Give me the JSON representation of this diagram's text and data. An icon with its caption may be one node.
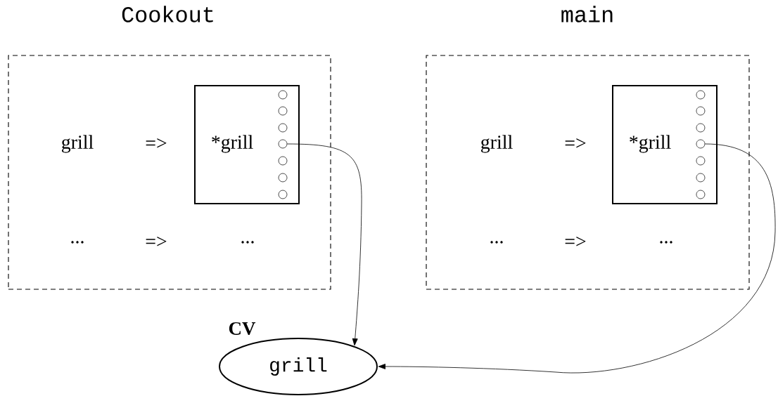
{
  "diagram": {
    "nodes": [
      {
        "text": [
          "Cookout"
        ]
      },
      {
        "text": [
          "*grill"
        ],
        "in": 0
      },
      {
        "text": [],
        "shape": "circle",
        "in": 1
      },
      {
        "text": [],
        "shape": "circle",
        "in": 1
      },
      {
        "text": [],
        "shape": "circle",
        "in": 1
      },
      {
        "text": [],
        "shape": "circle",
        "in": 1
      },
      {
        "text": [],
        "shape": "circle",
        "in": 1
      },
      {
        "text": [],
        "shape": "circle",
        "in": 1
      },
      {
        "text": [],
        "shape": "circle",
        "in": 1
      },
      {
        "text": [
          "main"
        ]
      },
      {
        "text": [
          "*grill"
        ],
        "in": 9
      },
      {
        "text": [],
        "shape": "circle",
        "in": 10
      },
      {
        "text": [],
        "shape": "circle",
        "in": 10
      },
      {
        "text": [],
        "shape": "circle",
        "in": 10
      },
      {
        "text": [],
        "shape": "circle",
        "in": 10
      },
      {
        "text": [],
        "shape": "circle",
        "in": 10
      },
      {
        "text": [],
        "shape": "circle",
        "in": 10
      },
      {
        "text": [],
        "shape": "circle",
        "in": 10
      },
      {
        "text": [
          "CV",
          "grill"
        ]
      }
    ],
    "edges": [
      {
        "from": 5,
        "to": 18,
        "arrow": "to"
      },
      {
        "from": 14,
        "to": 18,
        "arrow": "to"
      }
    ],
    "labels": [
      "grill",
      "=>",
      "...",
      "=>",
      "...",
      "grill",
      "=>",
      "...",
      "=>",
      "..."
    ]
  }
}
